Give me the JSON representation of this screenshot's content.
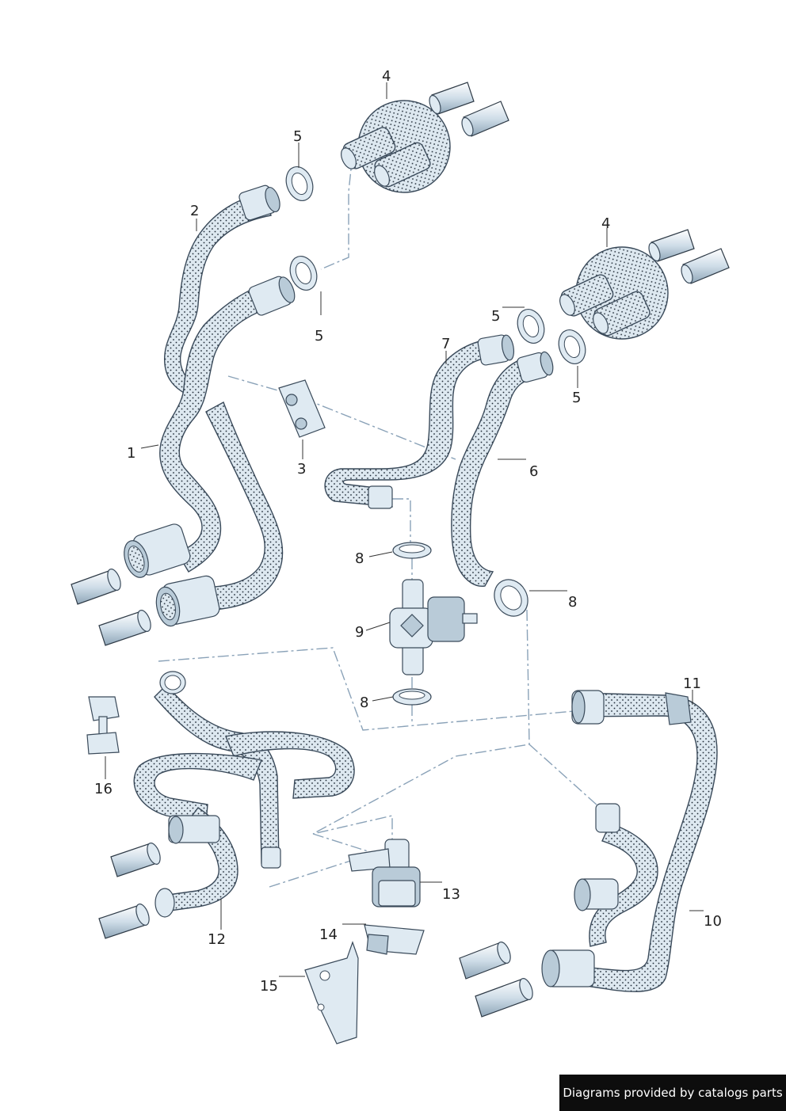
{
  "callouts": [
    {
      "id": "1",
      "label": "1"
    },
    {
      "id": "2",
      "label": "2"
    },
    {
      "id": "3",
      "label": "3"
    },
    {
      "id": "4a",
      "label": "4"
    },
    {
      "id": "4b",
      "label": "4"
    },
    {
      "id": "5a",
      "label": "5"
    },
    {
      "id": "5b",
      "label": "5"
    },
    {
      "id": "5c",
      "label": "5"
    },
    {
      "id": "5d",
      "label": "5"
    },
    {
      "id": "6",
      "label": "6"
    },
    {
      "id": "7",
      "label": "7"
    },
    {
      "id": "8a",
      "label": "8"
    },
    {
      "id": "8b",
      "label": "8"
    },
    {
      "id": "8c",
      "label": "8"
    },
    {
      "id": "9",
      "label": "9"
    },
    {
      "id": "10",
      "label": "10"
    },
    {
      "id": "11",
      "label": "11"
    },
    {
      "id": "12",
      "label": "12"
    },
    {
      "id": "13",
      "label": "13"
    },
    {
      "id": "14",
      "label": "14"
    },
    {
      "id": "15",
      "label": "15"
    },
    {
      "id": "16",
      "label": "16"
    }
  ],
  "watermark": "Diagrams provided by catalogs parts",
  "colors": {
    "hose_fill": "#dde8f0",
    "hose_dots": "#1f2a36",
    "metal": "#cfdde8",
    "outline": "#3a4a5a",
    "dash_line": "#8aa2b8",
    "watermark_bg": "#0d0d0d"
  }
}
